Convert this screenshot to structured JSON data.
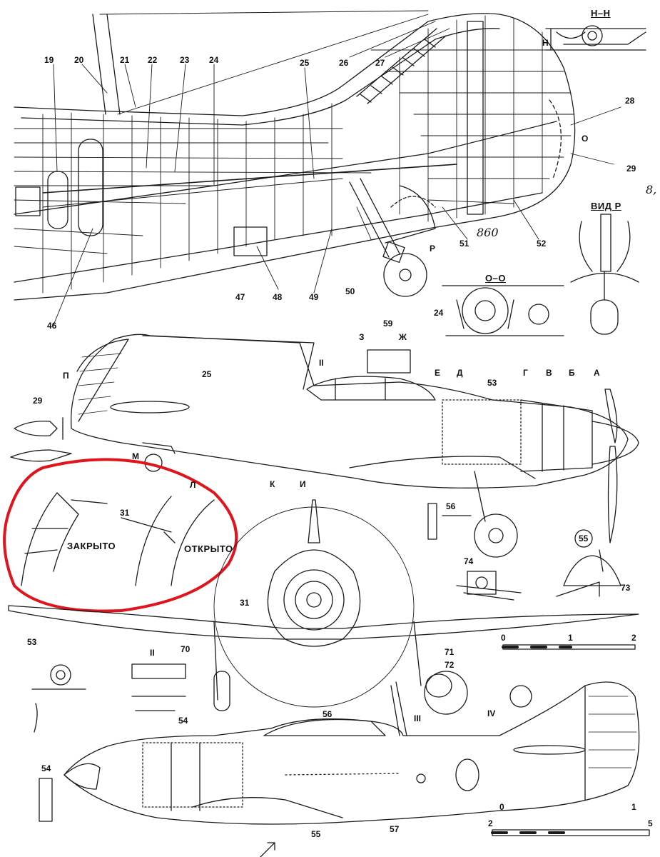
{
  "callouts": [
    "19",
    "20",
    "21",
    "22",
    "23",
    "24",
    "25",
    "26",
    "27",
    "28",
    "29",
    "46",
    "47",
    "48",
    "49",
    "50",
    "51",
    "52",
    "31",
    "53",
    "54",
    "55",
    "56",
    "57",
    "59",
    "70",
    "71",
    "72",
    "73",
    "74"
  ],
  "section_titles": {
    "nn": "Н–Н",
    "n_mark": "Н",
    "oo": "О–О",
    "o_mark": "О",
    "vid_r": "ВИД Р",
    "r_mark": "Р"
  },
  "station_letters": [
    "А",
    "Б",
    "В",
    "Г",
    "Д",
    "Е",
    "Ж",
    "З",
    "И",
    "К",
    "Л",
    "М",
    "П"
  ],
  "roman_marks": [
    "II",
    "III",
    "IV"
  ],
  "flap_states": {
    "closed": "ЗАКРЫТО",
    "open": "ОТКРЫТО"
  },
  "scale_bars": {
    "upper": [
      "0",
      "1",
      "2"
    ],
    "lower": [
      "0",
      "1",
      "2",
      "5"
    ]
  },
  "handwritten": {
    "note": "860",
    "margin": "8,"
  },
  "highlight_color": "#e0141c",
  "ink_color": "#111111"
}
